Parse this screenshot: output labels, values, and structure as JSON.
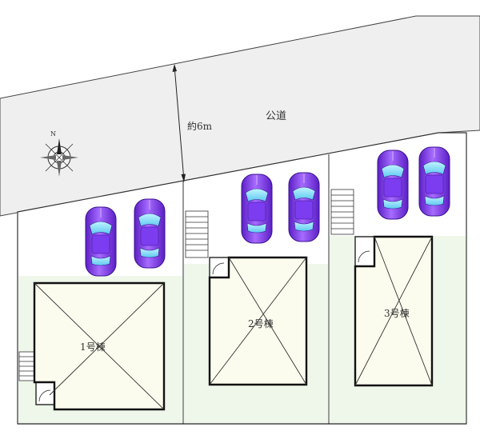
{
  "road": {
    "label": "公道",
    "width_label": "約6m"
  },
  "compass": {
    "north_label": "N",
    "icon": "compass-rose-icon"
  },
  "buildings": [
    {
      "id": "b1",
      "label": "1号棟"
    },
    {
      "id": "b2",
      "label": "2号棟"
    },
    {
      "id": "b3",
      "label": "3号棟"
    }
  ],
  "parking": {
    "spaces_per_lot": 2,
    "car_icon": "car-icon",
    "car_color": "#8a3ee8"
  },
  "colors": {
    "road": "#efefef",
    "yard": "#eef7ea",
    "house": "#fbfbee",
    "line": "#222222"
  }
}
